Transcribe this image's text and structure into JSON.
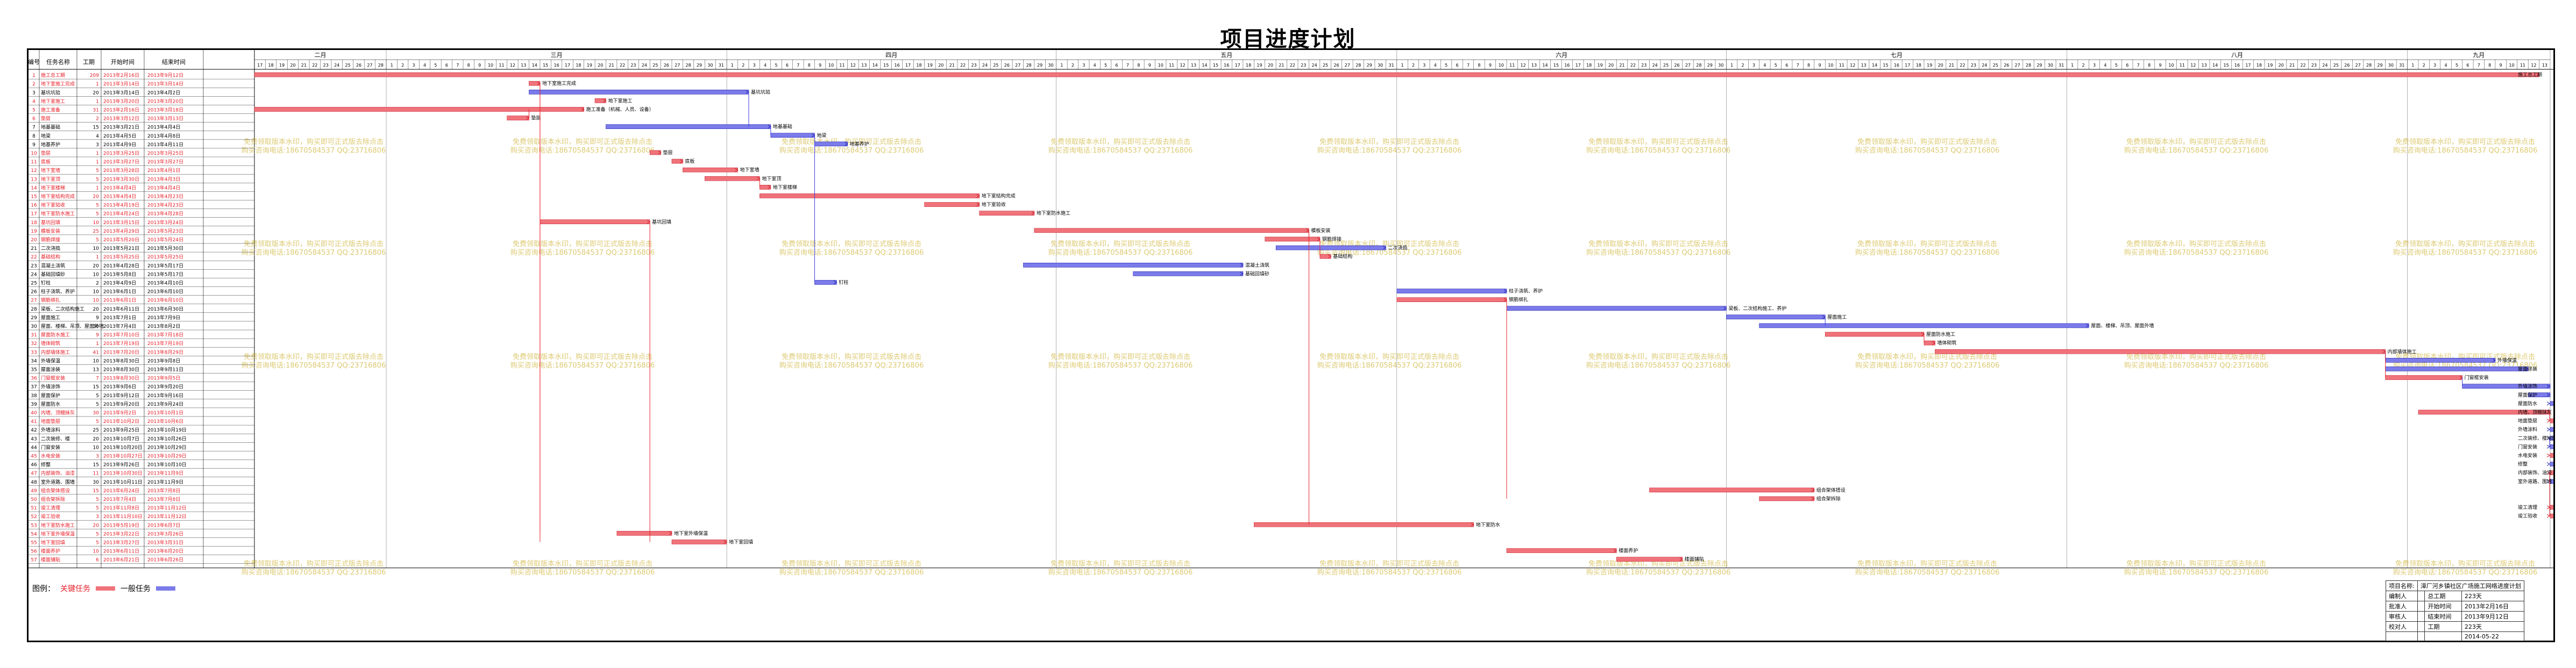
{
  "title": "项目进度计划",
  "table_headers": {
    "id": "编号",
    "name": "任务名称",
    "dur": "工期",
    "start": "开始时间",
    "end": "结束时间"
  },
  "year": 2013,
  "months": [
    {
      "label": "二月",
      "m": 2
    },
    {
      "label": "三月",
      "m": 3
    },
    {
      "label": "四月",
      "m": 4
    },
    {
      "label": "五月",
      "m": 5
    },
    {
      "label": "六月",
      "m": 6
    },
    {
      "label": "七月",
      "m": 7
    },
    {
      "label": "八月",
      "m": 8
    },
    {
      "label": "九月",
      "m": 9
    }
  ],
  "watermark": [
    "免费领取版本水印，购买即可正式版去除点击",
    "购买咨询电话:18670584537 QQ:23716806"
  ],
  "legend": {
    "label": "图例：",
    "critical": "关键任务",
    "normal": "一般任务"
  },
  "colors": {
    "critical": "#f0737b",
    "normal": "#7b7bea",
    "critical_text": "#e8202a",
    "link_red": "#e8202a",
    "link_blue": "#3b3be0",
    "watermark": "#d6c058"
  },
  "title_block": {
    "rows": [
      [
        "项目名称:",
        "漳厂河乡镇社区广场施工网络进度计划"
      ],
      [
        "编制人",
        "",
        "总工期",
        "223天"
      ],
      [
        "批准人",
        "",
        "开始时间",
        "2013年2月16日"
      ],
      [
        "审核人",
        "",
        "结束时间",
        "2013年9月12日"
      ],
      [
        "校对人",
        "",
        "工期",
        "223天"
      ],
      [
        "",
        "",
        "",
        "2014-05-22"
      ]
    ]
  },
  "chart_data": {
    "type": "gantt",
    "title": "项目进度计划",
    "x_unit": "date",
    "x_range": [
      "2013-02-17",
      "2013-09-14"
    ],
    "tasks": [
      {
        "id": 1,
        "name": "施工总工期",
        "dur": 209,
        "start": "2013年2月16日",
        "end": "2013年9月12日",
        "s": "2013-02-16",
        "e": "2013-09-12",
        "critical": true,
        "label": "施工总工期"
      },
      {
        "id": 2,
        "name": "地下室施工完成",
        "dur": 1,
        "start": "2013年3月14日",
        "end": "2013年3月14日",
        "s": "2013-03-14",
        "e": "2013-03-14",
        "critical": true,
        "label": "地下室施工完成"
      },
      {
        "id": 3,
        "name": "基坑坑验",
        "dur": 20,
        "start": "2013年3月14日",
        "end": "2013年4月2日",
        "s": "2013-03-14",
        "e": "2013-04-02",
        "critical": false,
        "label": "基坑坑验"
      },
      {
        "id": 4,
        "name": "地下室施工",
        "dur": 1,
        "start": "2013年3月20日",
        "end": "2013年3月20日",
        "s": "2013-03-20",
        "e": "2013-03-20",
        "critical": true,
        "label": "地下室施工"
      },
      {
        "id": 5,
        "name": "施工准备",
        "dur": 31,
        "start": "2013年2月16日",
        "end": "2013年3月18日",
        "s": "2013-02-16",
        "e": "2013-03-18",
        "critical": true,
        "label": "施工准备（机械、人员、设备）"
      },
      {
        "id": 6,
        "name": "垫层",
        "dur": 2,
        "start": "2013年3月12日",
        "end": "2013年3月13日",
        "s": "2013-03-12",
        "e": "2013-03-13",
        "critical": true,
        "label": "垫层"
      },
      {
        "id": 7,
        "name": "地基基础",
        "dur": 15,
        "start": "2013年3月21日",
        "end": "2013年4月4日",
        "s": "2013-03-21",
        "e": "2013-04-04",
        "critical": false,
        "label": "地基基础"
      },
      {
        "id": 8,
        "name": "地梁",
        "dur": 4,
        "start": "2013年4月5日",
        "end": "2013年4月8日",
        "s": "2013-04-05",
        "e": "2013-04-08",
        "critical": false,
        "label": "地梁"
      },
      {
        "id": 9,
        "name": "地基养护",
        "dur": 3,
        "start": "2013年4月9日",
        "end": "2013年4月11日",
        "s": "2013-04-09",
        "e": "2013-04-11",
        "critical": false,
        "label": "地基养护"
      },
      {
        "id": 10,
        "name": "垫层",
        "dur": 1,
        "start": "2013年3月25日",
        "end": "2013年3月25日",
        "s": "2013-03-25",
        "e": "2013-03-25",
        "critical": true,
        "label": "垫层"
      },
      {
        "id": 11,
        "name": "底板",
        "dur": 1,
        "start": "2013年3月27日",
        "end": "2013年3月27日",
        "s": "2013-03-27",
        "e": "2013-03-27",
        "critical": true,
        "label": "底板"
      },
      {
        "id": 12,
        "name": "地下室墙",
        "dur": 5,
        "start": "2013年3月28日",
        "end": "2013年4月1日",
        "s": "2013-03-28",
        "e": "2013-04-01",
        "critical": true,
        "label": "地下室墙"
      },
      {
        "id": 13,
        "name": "地下室顶",
        "dur": 5,
        "start": "2013年3月30日",
        "end": "2013年4月3日",
        "s": "2013-03-30",
        "e": "2013-04-03",
        "critical": true,
        "label": "地下室顶"
      },
      {
        "id": 14,
        "name": "地下室楼梯",
        "dur": 1,
        "start": "2013年4月4日",
        "end": "2013年4月4日",
        "s": "2013-04-04",
        "e": "2013-04-04",
        "critical": true,
        "label": "地下室楼梯"
      },
      {
        "id": 15,
        "name": "地下室结构完成",
        "dur": 20,
        "start": "2013年4月4日",
        "end": "2013年4月23日",
        "s": "2013-04-04",
        "e": "2013-04-23",
        "critical": true,
        "label": "地下室结构完成"
      },
      {
        "id": 16,
        "name": "地下室验收",
        "dur": 5,
        "start": "2013年4月19日",
        "end": "2013年4月23日",
        "s": "2013-04-19",
        "e": "2013-04-23",
        "critical": true,
        "label": "地下室验收"
      },
      {
        "id": 17,
        "name": "地下室防水施工",
        "dur": 5,
        "start": "2013年4月24日",
        "end": "2013年4月28日",
        "s": "2013-04-24",
        "e": "2013-04-28",
        "critical": true,
        "label": "地下室防水施工"
      },
      {
        "id": 18,
        "name": "基坑回填",
        "dur": 10,
        "start": "2013年3月15日",
        "end": "2013年3月24日",
        "s": "2013-03-15",
        "e": "2013-03-24",
        "critical": true,
        "label": "基坑回填"
      },
      {
        "id": 19,
        "name": "模板安装",
        "dur": 25,
        "start": "2013年4月29日",
        "end": "2013年5月23日",
        "s": "2013-04-29",
        "e": "2013-05-23",
        "critical": true,
        "label": "模板安装"
      },
      {
        "id": 20,
        "name": "钢筋焊接",
        "dur": 5,
        "start": "2013年5月20日",
        "end": "2013年5月24日",
        "s": "2013-05-20",
        "e": "2013-05-24",
        "critical": true,
        "label": "钢筋焊接"
      },
      {
        "id": 21,
        "name": "二次浇捣",
        "dur": 10,
        "start": "2013年5月21日",
        "end": "2013年5月30日",
        "s": "2013-05-21",
        "e": "2013-05-30",
        "critical": false,
        "label": "二次浇捣"
      },
      {
        "id": 22,
        "name": "基础结构",
        "dur": 1,
        "start": "2013年5月25日",
        "end": "2013年5月25日",
        "s": "2013-05-25",
        "e": "2013-05-25",
        "critical": true,
        "label": "基础结构"
      },
      {
        "id": 23,
        "name": "混凝土浇筑",
        "dur": 20,
        "start": "2013年4月28日",
        "end": "2013年5月17日",
        "s": "2013-04-28",
        "e": "2013-05-17",
        "critical": false,
        "label": "混凝土浇筑"
      },
      {
        "id": 24,
        "name": "基础回填砂",
        "dur": 10,
        "start": "2013年5月8日",
        "end": "2013年5月17日",
        "s": "2013-05-08",
        "e": "2013-05-17",
        "critical": false,
        "label": "基础回填砂"
      },
      {
        "id": 25,
        "name": "钉柱",
        "dur": 2,
        "start": "2013年4月9日",
        "end": "2013年4月10日",
        "s": "2013-04-09",
        "e": "2013-04-10",
        "critical": false,
        "label": "钉柱"
      },
      {
        "id": 26,
        "name": "柱子浇筑、养护",
        "dur": 10,
        "start": "2013年6月1日",
        "end": "2013年6月10日",
        "s": "2013-06-01",
        "e": "2013-06-10",
        "critical": false,
        "label": "柱子浇筑、养护"
      },
      {
        "id": 27,
        "name": "钢筋绑扎",
        "dur": 10,
        "start": "2013年6月1日",
        "end": "2013年6月10日",
        "s": "2013-06-01",
        "e": "2013-06-10",
        "critical": true,
        "label": "钢筋绑扎"
      },
      {
        "id": 28,
        "name": "梁板、二次结构施工",
        "dur": 20,
        "start": "2013年6月11日",
        "end": "2013年6月30日",
        "s": "2013-06-11",
        "e": "2013-06-30",
        "critical": false,
        "label": "梁板、二次结构施工、养护"
      },
      {
        "id": 29,
        "name": "屋面施工",
        "dur": 9,
        "start": "2013年7月1日",
        "end": "2013年7月9日",
        "s": "2013-07-01",
        "e": "2013-07-09",
        "critical": false,
        "label": "屋面施工"
      },
      {
        "id": 30,
        "name": "屋面、楼梯、吊顶、屋面外墙",
        "dur": 30,
        "start": "2013年7月4日",
        "end": "2013年8月2日",
        "s": "2013-07-04",
        "e": "2013-08-02",
        "critical": false,
        "label": "屋面、楼梯、吊顶、屋面外墙"
      },
      {
        "id": 31,
        "name": "屋面防水施工",
        "dur": 9,
        "start": "2013年7月10日",
        "end": "2013年7月18日",
        "s": "2013-07-10",
        "e": "2013-07-18",
        "critical": true,
        "label": "屋面防水施工"
      },
      {
        "id": 32,
        "name": "墙体砌筑",
        "dur": 1,
        "start": "2013年7月19日",
        "end": "2013年7月19日",
        "s": "2013-07-19",
        "e": "2013-07-19",
        "critical": true,
        "label": "墙体砌筑"
      },
      {
        "id": 33,
        "name": "内部墙体施工",
        "dur": 41,
        "start": "2013年7月20日",
        "end": "2013年8月29日",
        "s": "2013-07-20",
        "e": "2013-08-29",
        "critical": true,
        "label": "内部墙体施工"
      },
      {
        "id": 34,
        "name": "外墙保温",
        "dur": 10,
        "start": "2013年8月30日",
        "end": "2013年9月8日",
        "s": "2013-08-30",
        "e": "2013-09-08",
        "critical": false,
        "label": "外墙保温"
      },
      {
        "id": 35,
        "name": "屋面涂装",
        "dur": 13,
        "start": "2013年8月30日",
        "end": "2013年9月11日",
        "s": "2013-08-30",
        "e": "2013-09-11",
        "critical": false,
        "label": "屋面涂装"
      },
      {
        "id": 36,
        "name": "门窗框安装",
        "dur": 7,
        "start": "2013年8月30日",
        "end": "2013年9月5日",
        "s": "2013-08-30",
        "e": "2013-09-05",
        "critical": true,
        "label": "门窗框安装"
      },
      {
        "id": 37,
        "name": "外墙涂饰",
        "dur": 15,
        "start": "2013年9月6日",
        "end": "2013年9月20日",
        "s": "2013-09-06",
        "e": "2013-09-20",
        "critical": false,
        "label": "外墙涂饰"
      },
      {
        "id": 38,
        "name": "屋面保护",
        "dur": 5,
        "start": "2013年9月12日",
        "end": "2013年9月16日",
        "s": "2013-09-12",
        "e": "2013-09-16",
        "critical": false,
        "label": "屋面保护"
      },
      {
        "id": 39,
        "name": "屋面防水",
        "dur": 5,
        "start": "2013年9月20日",
        "end": "2013年9月24日",
        "s": "2013-09-20",
        "e": "2013-09-24",
        "critical": false,
        "label": "屋面防水"
      },
      {
        "id": 40,
        "name": "内墙、顶棚抹灰",
        "dur": 30,
        "start": "2013年9月2日",
        "end": "2013年10月1日",
        "s": "2013-09-02",
        "e": "2013-10-01",
        "critical": true,
        "label": "内墙、顶棚抹灰"
      },
      {
        "id": 41,
        "name": "地面垫层",
        "dur": 5,
        "start": "2013年10月2日",
        "end": "2013年10月6日",
        "s": "2013-10-02",
        "e": "2013-10-06",
        "critical": true,
        "label": "地面垫层"
      },
      {
        "id": 42,
        "name": "外墙涂料",
        "dur": 25,
        "start": "2013年9月25日",
        "end": "2013年10月19日",
        "s": "2013-09-25",
        "e": "2013-10-19",
        "critical": false,
        "label": "外墙涂料"
      },
      {
        "id": 43,
        "name": "二次装修、楼",
        "dur": 20,
        "start": "2013年10月7日",
        "end": "2013年10月26日",
        "s": "2013-10-07",
        "e": "2013-10-26",
        "critical": false,
        "label": "二次装修、楼地面、门窗"
      },
      {
        "id": 44,
        "name": "门窗安装",
        "dur": 10,
        "start": "2013年10月20日",
        "end": "2013年10月29日",
        "s": "2013-10-20",
        "e": "2013-10-29",
        "critical": false,
        "label": "门窗安装"
      },
      {
        "id": 45,
        "name": "水电安装",
        "dur": 3,
        "start": "2013年10月27日",
        "end": "2013年10月29日",
        "s": "2013-10-27",
        "e": "2013-10-29",
        "critical": true,
        "label": "水电安装"
      },
      {
        "id": 46,
        "name": "修整",
        "dur": 15,
        "start": "2013年9月26日",
        "end": "2013年10月10日",
        "s": "2013-09-26",
        "e": "2013-10-10",
        "critical": false,
        "label": "修整"
      },
      {
        "id": 47,
        "name": "内部装饰、油漆",
        "dur": 11,
        "start": "2013年10月30日",
        "end": "2013年11月9日",
        "s": "2013-10-30",
        "e": "2013-11-09",
        "critical": true,
        "label": "内部装饰、油漆"
      },
      {
        "id": 48,
        "name": "室外道路、围墙",
        "dur": 30,
        "start": "2013年10月11日",
        "end": "2013年11月9日",
        "s": "2013-10-11",
        "e": "2013-11-09",
        "critical": false,
        "label": "室外道路、围墙"
      },
      {
        "id": 49,
        "name": "组合架体搭设",
        "dur": 15,
        "start": "2013年6月24日",
        "end": "2013年7月8日",
        "s": "2013-06-24",
        "e": "2013-07-08",
        "critical": true,
        "label": "组合架体搭设"
      },
      {
        "id": 50,
        "name": "组合架拆除",
        "dur": 5,
        "start": "2013年7月4日",
        "end": "2013年7月8日",
        "s": "2013-07-04",
        "e": "2013-07-08",
        "critical": true,
        "label": "组合架拆除"
      },
      {
        "id": 51,
        "name": "竣工清理",
        "dur": 5,
        "start": "2013年11月8日",
        "end": "2013年11月12日",
        "s": "2013-11-08",
        "e": "2013-11-12",
        "critical": true,
        "label": "竣工清理"
      },
      {
        "id": 52,
        "name": "竣工验收",
        "dur": 3,
        "start": "2013年11月10日",
        "end": "2013年11月12日",
        "s": "2013-11-10",
        "e": "2013-11-12",
        "critical": true,
        "label": "竣工验收"
      },
      {
        "id": 53,
        "name": "地下室防水施工",
        "dur": 20,
        "start": "2013年5月19日",
        "end": "2013年6月7日",
        "s": "2013-05-19",
        "e": "2013-06-07",
        "critical": true,
        "label": "地下室防水"
      },
      {
        "id": 54,
        "name": "地下室外墙保温",
        "dur": 5,
        "start": "2013年3月22日",
        "end": "2013年3月26日",
        "s": "2013-03-22",
        "e": "2013-03-26",
        "critical": true,
        "label": "地下室外墙保温"
      },
      {
        "id": 55,
        "name": "地下室回填",
        "dur": 5,
        "start": "2013年3月27日",
        "end": "2013年3月31日",
        "s": "2013-03-27",
        "e": "2013-03-31",
        "critical": true,
        "label": "地下室回填"
      },
      {
        "id": 56,
        "name": "楼面养护",
        "dur": 10,
        "start": "2013年6月11日",
        "end": "2013年6月20日",
        "s": "2013-06-11",
        "e": "2013-06-20",
        "critical": true,
        "label": "楼面养护"
      },
      {
        "id": 57,
        "name": "楼面铺贴",
        "dur": 6,
        "start": "2013年6月21日",
        "end": "2013年6月26日",
        "s": "2013-06-21",
        "e": "2013-06-26",
        "critical": true,
        "label": "楼面铺贴"
      }
    ]
  }
}
